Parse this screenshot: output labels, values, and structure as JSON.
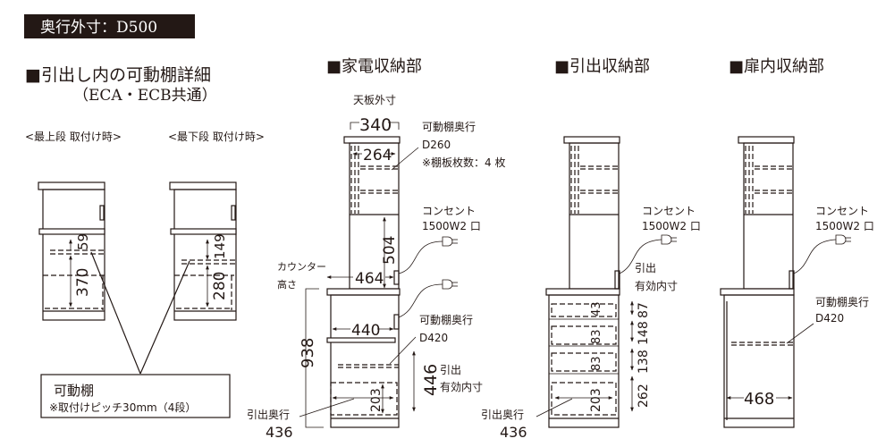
{
  "header": {
    "title": "奥行外寸：D500"
  },
  "detail": {
    "title": "■引出し内の可動棚詳細",
    "subtitle": "（ECA・ECB共通）",
    "top_label": "<最上段 取付け時>",
    "bottom_label": "<最下段 取付け時>",
    "top_dims": [
      "59",
      "370"
    ],
    "bottom_dims": [
      "149",
      "280"
    ],
    "note_title": "可動棚",
    "note_text": "※取付けピッチ30mm（4段）"
  },
  "appliance": {
    "title": "■家電収納部",
    "top_label": "天板外寸",
    "top_width": "340",
    "shelf_width": "264",
    "shelf_depth_label": "可動棚奥行",
    "shelf_depth": "D260",
    "shelf_count": "※棚板枚数：4 枚",
    "outlet_label": "コンセント",
    "outlet_spec": "1500W2 口",
    "height_504": "504",
    "counter_label": "カウンター",
    "counter_label2": "高さ",
    "depth_464": "464",
    "height_938": "938",
    "width_440": "440",
    "lower_shelf_label": "可動棚奥行",
    "lower_shelf_depth": "D420",
    "drawer_height": "446",
    "drawer_label1": "引出",
    "drawer_label2": "有効内寸",
    "drawer_inner": "203",
    "drawer_depth_label": "引出奥行",
    "drawer_depth": "436"
  },
  "drawer_unit": {
    "title": "■引出収納部",
    "outlet_label": "コンセント",
    "outlet_spec": "1500W2 口",
    "inner_label1": "引出",
    "inner_label2": "有効内寸",
    "inner_dims": [
      "43",
      "83",
      "83",
      "203"
    ],
    "drawer_heights": [
      "87",
      "148",
      "138",
      "262"
    ],
    "drawer_depth_label": "引出奥行",
    "drawer_depth": "436"
  },
  "door_unit": {
    "title": "■扉内収納部",
    "outlet_label": "コンセント",
    "outlet_spec": "1500W2 口",
    "shelf_depth_label": "可動棚奥行",
    "shelf_depth": "D420",
    "inner_depth": "468"
  }
}
